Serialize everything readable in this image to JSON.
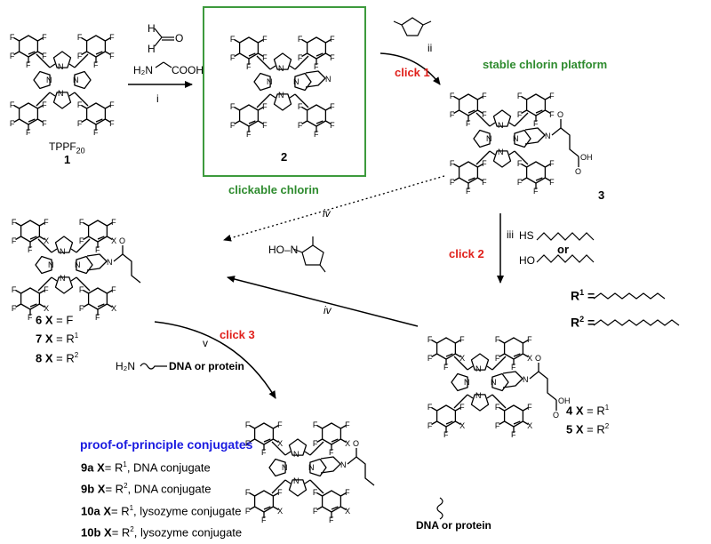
{
  "compounds": {
    "c1_name": "TPPF",
    "c1_sub": "20",
    "c1_num": "1",
    "c2_num": "2",
    "c3_num": "3"
  },
  "reagents": {
    "formaldehyde_h1": "H",
    "formaldehyde_h2": "H",
    "formaldehyde_o": "O",
    "glycine": "H₂N",
    "glycine_acid": "COOH",
    "step_i": "i",
    "step_ii": "ii",
    "step_iii": "iii",
    "step_iv_a": "iv",
    "step_iv_b": "iv",
    "step_v": "v",
    "or": "or",
    "thiol_hs": "HS",
    "alcohol_ho": "HO",
    "nhs_ho": "HO–N",
    "amine_h2n": "H₂N",
    "dna_or_protein": "DNA or protein",
    "conj_dna_or_protein": "DNA or protein"
  },
  "labels": {
    "click1": "click 1",
    "click2": "click 2",
    "click3": "click 3",
    "stable": "stable chlorin platform",
    "clickable": "clickable chlorin"
  },
  "r_defs": {
    "r1": "R",
    "r1_sup": "1",
    "r1_eq": " =",
    "r2": "R",
    "r2_sup": "2",
    "r2_eq": " ="
  },
  "products_left": [
    {
      "num": "6",
      "x": " X",
      "val": " = F",
      "sup": ""
    },
    {
      "num": "7",
      "x": " X",
      "val": " = R",
      "sup": "1"
    },
    {
      "num": "8",
      "x": " X",
      "val": " = R",
      "sup": "2"
    }
  ],
  "products_right": [
    {
      "num": "4",
      "x": " X",
      "val": " = R",
      "sup": "1"
    },
    {
      "num": "5",
      "x": " X",
      "val": " = R",
      "sup": "2"
    }
  ],
  "conjugates": {
    "title": "proof-of-principle conjugates",
    "items": [
      {
        "id": "9a",
        "x": " X",
        "val": "= R",
        "sup": "1",
        "rest": ", DNA conjugate"
      },
      {
        "id": "9b",
        "x": " X",
        "val": "= R",
        "sup": "2",
        "rest": ", DNA conjugate"
      },
      {
        "id": "10a",
        "x": " X",
        "val": "= R",
        "sup": "1",
        "rest": ", lysozyme conjugate"
      },
      {
        "id": "10b",
        "x": " X",
        "val": "= R",
        "sup": "2",
        "rest": ", lysozyme conjugate"
      }
    ]
  },
  "atoms": {
    "F": "F",
    "X": "X",
    "N": "N",
    "H": "H",
    "NH": "NH",
    "O": "O",
    "S": "S",
    "OH": "OH",
    "HN": "H"
  },
  "colors": {
    "red": "#e0201b",
    "green": "#2e8b2e",
    "blue": "#1a1ae0",
    "box": "#3d9a3d"
  }
}
